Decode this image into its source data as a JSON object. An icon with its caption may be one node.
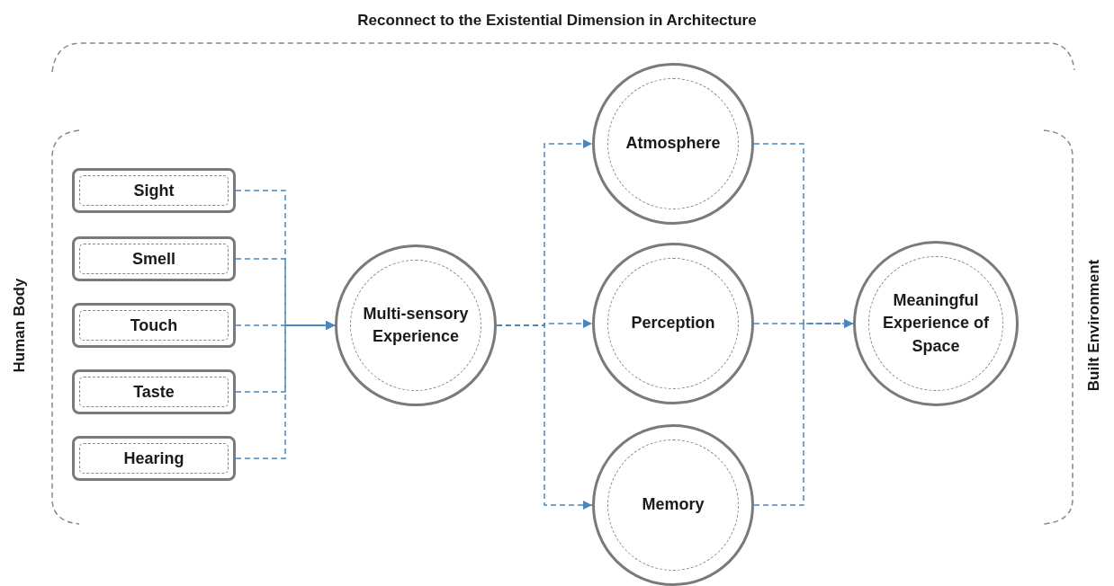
{
  "diagram": {
    "title": "Reconnect to the Existential Dimension in Architecture",
    "nodes": [
      {
        "text": [
          "Sight"
        ]
      },
      {
        "text": [
          "Smell"
        ]
      },
      {
        "text": [
          "Touch"
        ]
      },
      {
        "text": [
          "Taste"
        ]
      },
      {
        "text": [
          "Hearing"
        ]
      },
      {
        "text": [
          "Multi-sensory Experience"
        ]
      },
      {
        "text": [
          "Atmosphere"
        ]
      },
      {
        "text": [
          "Perception"
        ]
      },
      {
        "text": [
          "Memory"
        ]
      },
      {
        "text": [
          "Meaningful Experience of Space"
        ]
      }
    ],
    "edges": [
      {
        "from": 0,
        "to": 5,
        "arrow": "to",
        "style": "dashed"
      },
      {
        "from": 1,
        "to": 5,
        "arrow": "to",
        "style": "dashed"
      },
      {
        "from": 2,
        "to": 5,
        "arrow": "to",
        "style": "dashed"
      },
      {
        "from": 3,
        "to": 5,
        "arrow": "to",
        "style": "dashed"
      },
      {
        "from": 4,
        "to": 5,
        "arrow": "to",
        "style": "dashed"
      },
      {
        "from": 5,
        "to": 6,
        "arrow": "to",
        "style": "dashed"
      },
      {
        "from": 5,
        "to": 7,
        "arrow": "to",
        "style": "dashed"
      },
      {
        "from": 5,
        "to": 8,
        "arrow": "to",
        "style": "dashed"
      },
      {
        "from": 6,
        "to": 9,
        "arrow": "to",
        "style": "dashed"
      },
      {
        "from": 7,
        "to": 9,
        "arrow": "to",
        "style": "dashed"
      },
      {
        "from": 8,
        "to": 9,
        "arrow": "to",
        "style": "dashed"
      }
    ],
    "labels": [
      "Human Body",
      "Built Environment"
    ]
  }
}
